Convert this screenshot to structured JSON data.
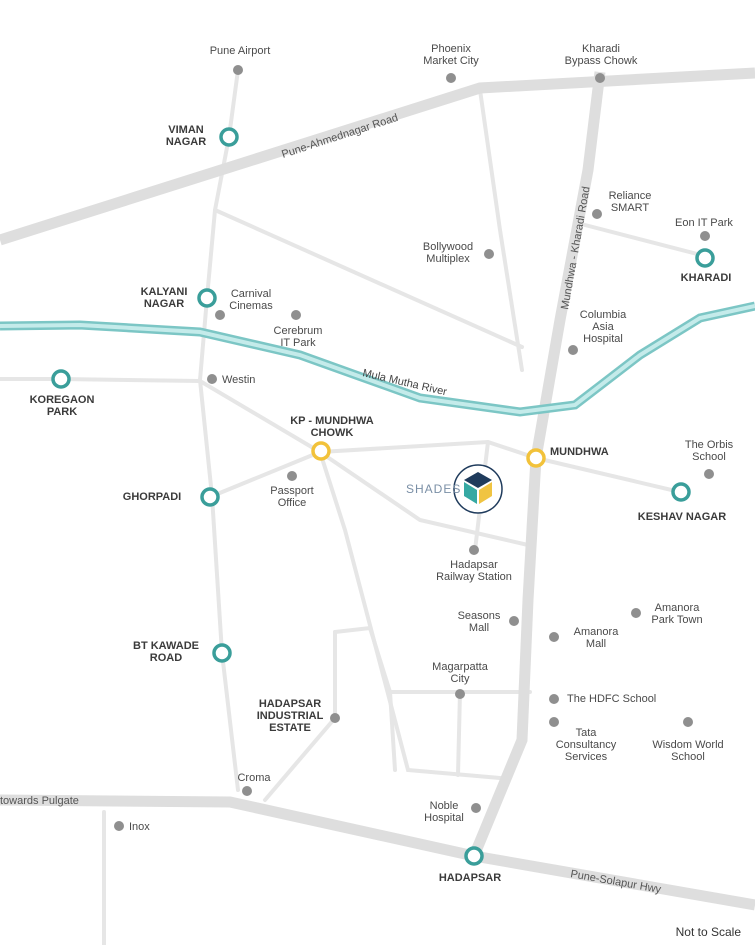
{
  "colors": {
    "road_major": "#e0e0e0",
    "road_minor": "#e6e6e6",
    "river": "#9fd6d6",
    "river_edge": "#6fbebe",
    "station_ring": "#3a9e9a",
    "junction_ring": "#f2c23a",
    "poi_dot": "#8f8f8f",
    "logo_blue": "#1f3b5c",
    "logo_teal": "#36a9a3",
    "logo_yellow": "#f0c442"
  },
  "roads": {
    "pune_ahmednagar": "Pune-Ahmednagar Road",
    "mundhwa_kharadi": "Mundhwa - Kharadi Road",
    "pune_solapur": "Pune-Solapur Hwy",
    "towards_pulgate": "towards Pulgate",
    "river": "Mula Mutha River"
  },
  "stations": {
    "viman_nagar": "VIMAN\nNAGAR",
    "kalyani_nagar": "KALYANI\nNAGAR",
    "koregaon_park": "KOREGAON\nPARK",
    "ghorpadi": "GHORPADI",
    "bt_kawade": "BT KAWADE\nROAD",
    "hadapsar": "HADAPSAR",
    "keshav_nagar": "KESHAV NAGAR",
    "kharadi": "KHARADI",
    "mundhwa": "MUNDHWA",
    "kp_mundhwa": "KP - MUNDHWA\nCHOWK",
    "hadapsar_industrial": "HADAPSAR\nINDUSTRIAL\nESTATE"
  },
  "pois": {
    "pune_airport": "Pune Airport",
    "phoenix": "Phoenix\nMarket City",
    "kharadi_bypass": "Kharadi\nBypass Chowk",
    "reliance": "Reliance\nSMART",
    "eon": "Eon IT Park",
    "bollywood": "Bollywood\nMultiplex",
    "carnival": "Carnival\nCinemas",
    "cerebrum": "Cerebrum\nIT Park",
    "columbia": "Columbia\nAsia\nHospital",
    "westin": "Westin",
    "passport": "Passport\nOffice",
    "orbis": "The Orbis\nSchool",
    "hadapsar_rly": "Hadapsar\nRailway Station",
    "seasons": "Seasons\nMall",
    "amanora_town": "Amanora\nPark Town",
    "amanora_mall": "Amanora\nMall",
    "magarpatta": "Magarpatta\nCity",
    "hdfc": "The HDFC School",
    "tcs": "Tata\nConsultancy\nServices",
    "wisdom": "Wisdom World\nSchool",
    "croma": "Croma",
    "noble": "Noble\nHospital",
    "inox": "Inox"
  },
  "logo_text": "SHADES",
  "note": "Not to Scale"
}
